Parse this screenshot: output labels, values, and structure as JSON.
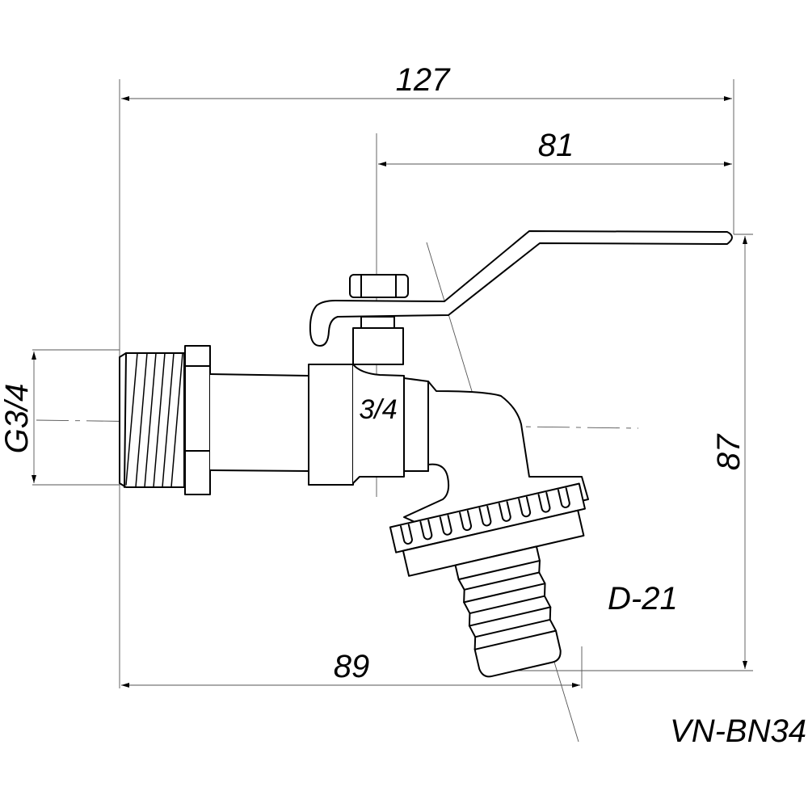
{
  "drawing": {
    "model": "VN-BN34",
    "connection_size": "3/4",
    "thread_label": "G3/4",
    "hose_label": "D-21",
    "dimensions": {
      "overall_length": "127",
      "axis_to_handle_end": "81",
      "height": "87",
      "inlet_to_outlet": "89"
    },
    "line_color": "#000000",
    "background": "#ffffff"
  }
}
